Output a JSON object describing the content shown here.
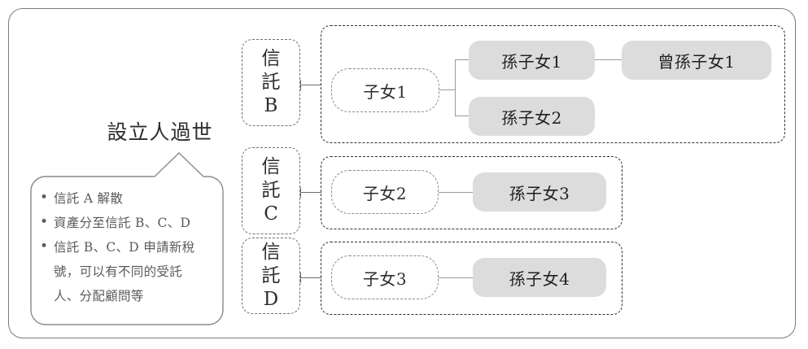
{
  "diagram": {
    "headline": "設立人過世",
    "callout": {
      "bullets": [
        "信託 A 解散",
        "資產分至信託 B、C、D",
        "信託 B、C、D 申請新稅號，可以有不同的受託人、分配顧問等"
      ],
      "bullet_lines": {
        "b1": "信託 A 解散",
        "b2": "資產分至信託 B、C、D",
        "b3": "信託 B、C、D 申請新稅",
        "b3_cont1": "號，可以有不同的受託",
        "b3_cont2": "人、分配顧問等"
      }
    },
    "trusts": [
      {
        "id": "trust-b",
        "line1": "信",
        "line2": "託",
        "line3": "B"
      },
      {
        "id": "trust-c",
        "line1": "信",
        "line2": "託",
        "line3": "C"
      },
      {
        "id": "trust-d",
        "line1": "信",
        "line2": "託",
        "line3": "D"
      }
    ],
    "branches": [
      {
        "trust": "信託 B",
        "child": "子女1",
        "grandchildren": [
          "孫子女1",
          "孫子女2"
        ],
        "great_grandchildren": [
          "曾孫子女1"
        ]
      },
      {
        "trust": "信託 C",
        "child": "子女2",
        "grandchildren": [
          "孫子女3"
        ],
        "great_grandchildren": []
      },
      {
        "trust": "信託 D",
        "child": "子女3",
        "grandchildren": [
          "孫子女4"
        ],
        "great_grandchildren": []
      }
    ],
    "colors": {
      "frame_border": "#7b7b7b",
      "group_dash": "#2f2f2f",
      "trust_dash": "#6f6f6f",
      "child_dash": "#8a8a8a",
      "gray_fill": "#dcdcdc",
      "connector": "#6d6d6d",
      "text_dark": "#2d2d2d",
      "text_muted": "#5a5a5a"
    }
  }
}
